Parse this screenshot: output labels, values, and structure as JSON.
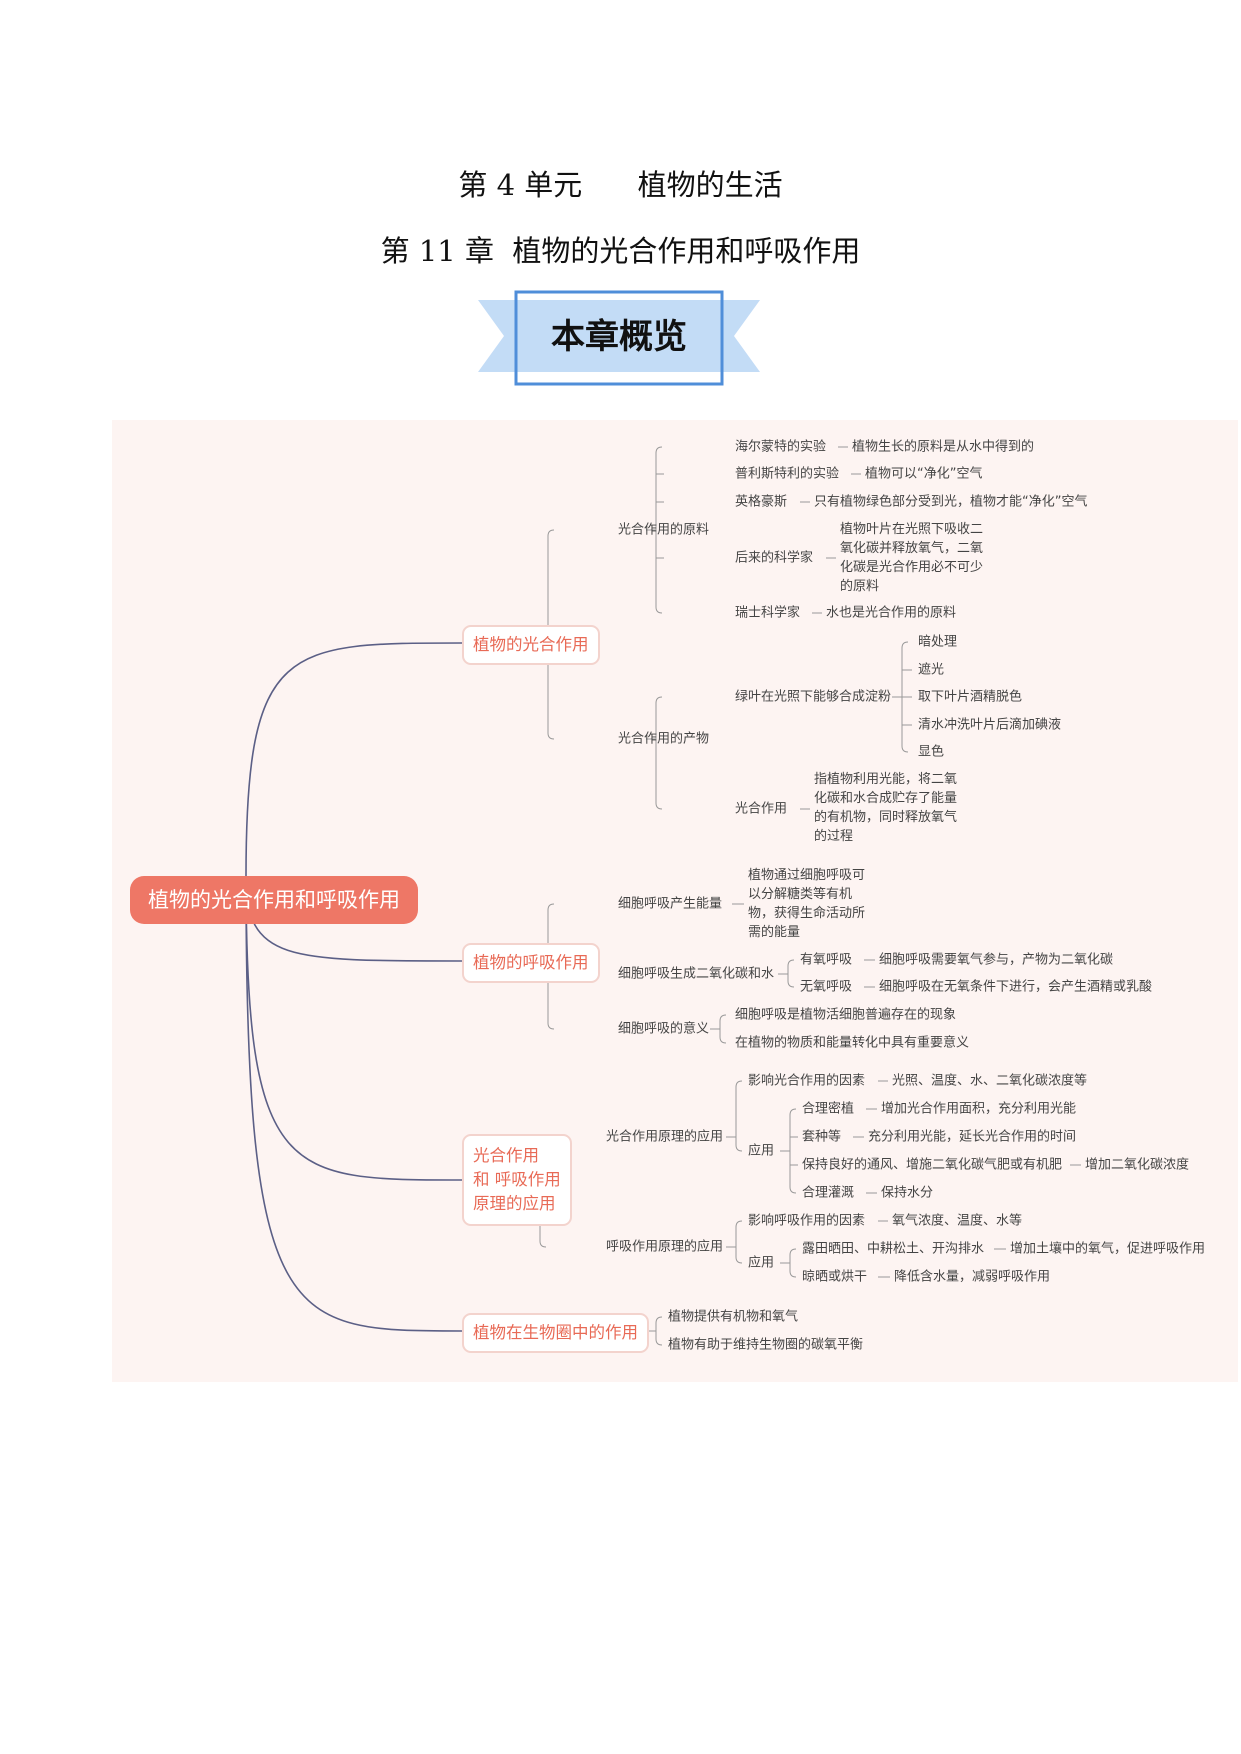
{
  "unit_title": "第 4 单元      植物的生活",
  "chapter_title": "第 11 章  植物的光合作用和呼吸作用",
  "overview_banner": "本章概览",
  "mindmap": {
    "root": "植物的光合作用和呼吸作用",
    "branches": [
      {
        "label": "植物的光合作用",
        "children": [
          {
            "label": "光合作用的原料",
            "children": [
              {
                "label": "海尔蒙特的实验",
                "detail": "植物生长的原料是从水中得到的"
              },
              {
                "label": "普利斯特利的实验",
                "detail": "植物可以“净化”空气"
              },
              {
                "label": "英格豪斯",
                "detail": "只有植物绿色部分受到光，植物才能“净化”空气"
              },
              {
                "label": "后来的科学家",
                "detail": "植物叶片在光照下吸收二氧化碳并释放氧气，二氧化碳是光合作用必不可少的原料"
              },
              {
                "label": "瑞士科学家",
                "detail": "水也是光合作用的原料"
              }
            ]
          },
          {
            "label": "光合作用的产物",
            "children": [
              {
                "label": "绿叶在光照下能够合成淀粉",
                "steps": [
                  "暗处理",
                  "遮光",
                  "取下叶片酒精脱色",
                  "清水冲洗叶片后滴加碘液",
                  "显色"
                ]
              },
              {
                "label": "光合作用",
                "detail": "指植物利用光能，将二氧化碳和水合成贮存了能量的有机物，同时释放氧气的过程"
              }
            ]
          }
        ]
      },
      {
        "label": "植物的呼吸作用",
        "children": [
          {
            "label": "细胞呼吸产生能量",
            "detail": "植物通过细胞呼吸可以分解糖类等有机物，获得生命活动所需的能量"
          },
          {
            "label": "细胞呼吸生成二氧化碳和水",
            "children": [
              {
                "label": "有氧呼吸",
                "detail": "细胞呼吸需要氧气参与，产物为二氧化碳"
              },
              {
                "label": "无氧呼吸",
                "detail": "细胞呼吸在无氧条件下进行，会产生酒精或乳酸"
              }
            ]
          },
          {
            "label": "细胞呼吸的意义",
            "items": [
              "细胞呼吸是植物活细胞普遍存在的现象",
              "在植物的物质和能量转化中具有重要意义"
            ]
          }
        ]
      },
      {
        "label_lines": [
          "光合作用",
          "和 呼吸作用",
          "原理的应用"
        ],
        "children": [
          {
            "label": "光合作用原理的应用",
            "factor": {
              "label": "影响光合作用的因素",
              "detail": "光照、温度、水、二氧化碳浓度等"
            },
            "apply_label": "应用",
            "apply": [
              {
                "label": "合理密植",
                "detail": "增加光合作用面积，充分利用光能"
              },
              {
                "label": "套种等",
                "detail": "充分利用光能，延长光合作用的时间"
              },
              {
                "label": "保持良好的通风、增施二氧化碳气肥或有机肥",
                "detail": "增加二氧化碳浓度"
              },
              {
                "label": "合理灌溉",
                "detail": "保持水分"
              }
            ]
          },
          {
            "label": "呼吸作用原理的应用",
            "factor": {
              "label": "影响呼吸作用的因素",
              "detail": "氧气浓度、温度、水等"
            },
            "apply_label": "应用",
            "apply": [
              {
                "label": "露田晒田、中耕松土、开沟排水",
                "detail": "增加土壤中的氧气，促进呼吸作用"
              },
              {
                "label": "晾晒或烘干",
                "detail": "降低含水量，减弱呼吸作用"
              }
            ]
          }
        ]
      },
      {
        "label": "植物在生物圈中的作用",
        "items": [
          "植物提供有机物和氧气",
          "植物有助于维持生物圈的碳氧平衡"
        ]
      }
    ]
  }
}
